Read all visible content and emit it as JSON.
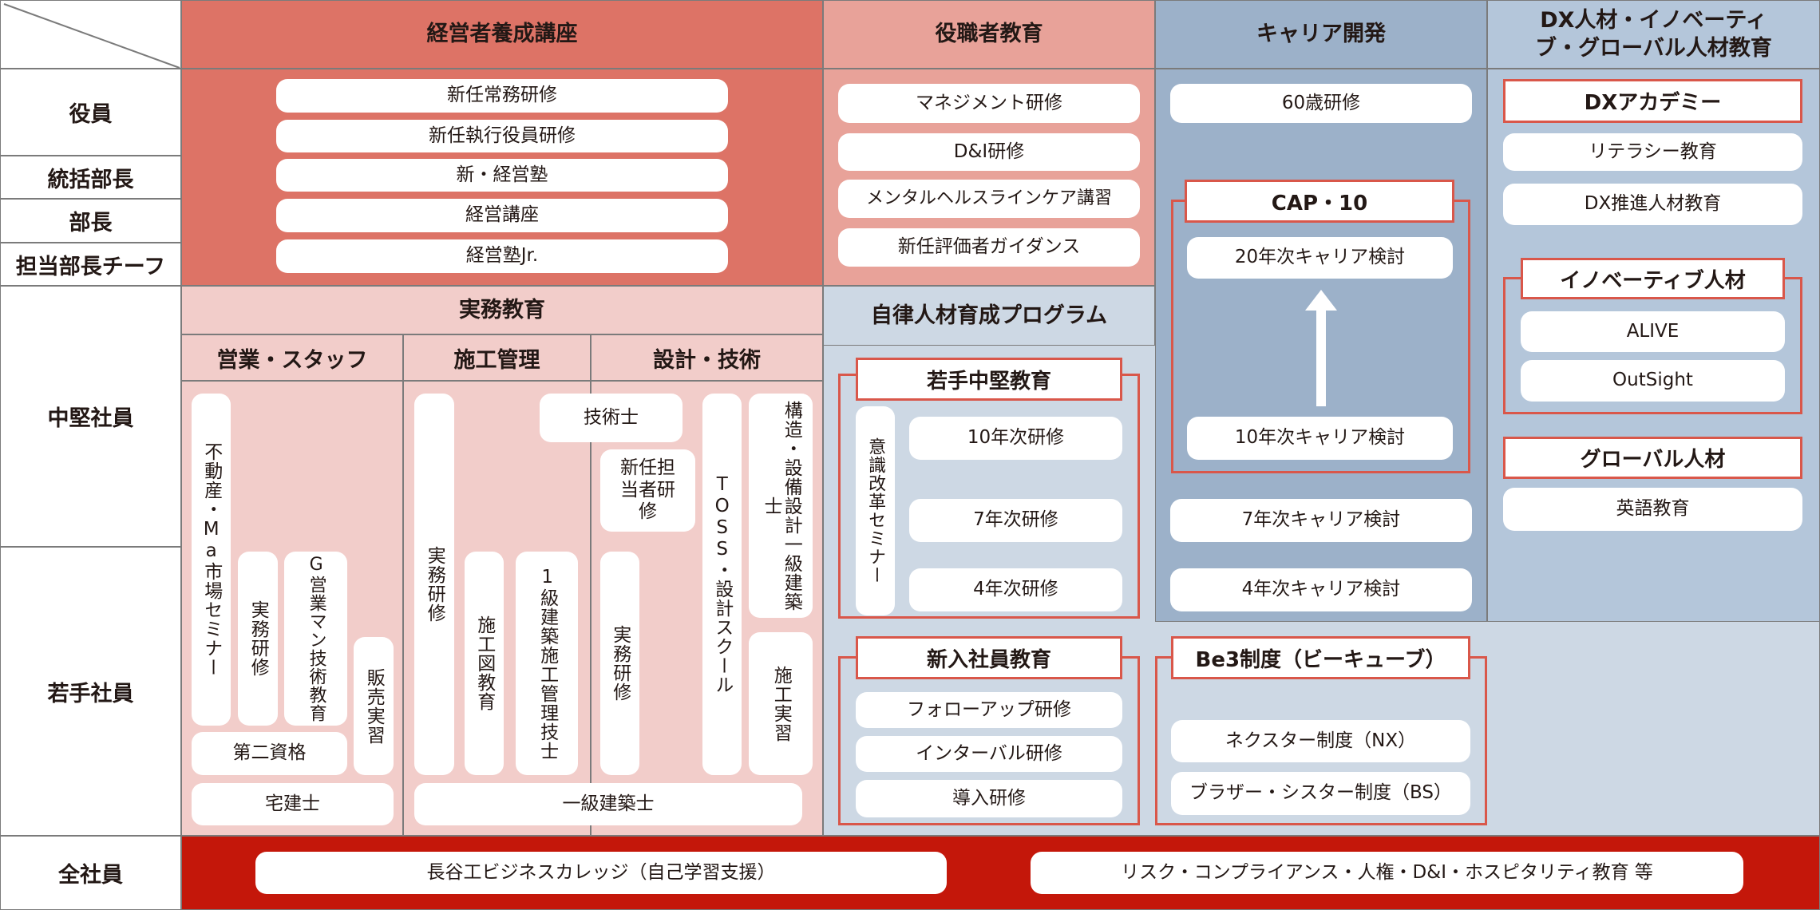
{
  "rows": {
    "yakuin": "役員",
    "tokatsu": "統括部長",
    "bucho": "部長",
    "tanto": "担当部長チーフ",
    "chuken": "中堅社員",
    "wakate": "若手社員",
    "zensha": "全社員"
  },
  "keiei": {
    "title": "経営者養成講座",
    "items": [
      "新任常務研修",
      "新任執行役員研修",
      "新・経営塾",
      "経営講座",
      "経営塾Jr."
    ]
  },
  "yakushoku": {
    "title": "役職者教育",
    "items": [
      "マネジメント研修",
      "D&I研修",
      "メンタルヘルスラインケア講習",
      "新任評価者ガイダンス"
    ]
  },
  "career": {
    "title": "キャリア開発",
    "sixty": "60歳研修",
    "cap_title": "CAP・10",
    "cap20": "20年次キャリア検討",
    "cap10": "10年次キャリア検討",
    "y7": "7年次キャリア検討",
    "y4": "4年次キャリア検討"
  },
  "dx": {
    "title": "DX人材・イノベーティブ・グローバル人材教育",
    "academy": "DXアカデミー",
    "literacy": "リテラシー教育",
    "promo": "DX推進人材教育",
    "innov": "イノベーティブ人材",
    "alive": "ALIVE",
    "outsight": "OutSight",
    "global": "グローバル人材",
    "english": "英語教育"
  },
  "jitsumu": {
    "title": "実務教育",
    "sub": [
      "営業・スタッフ",
      "施工管理",
      "設計・技術"
    ],
    "sales": {
      "fudosan": "不動産・Ma市場セミナー",
      "jitsumu": "実務研修",
      "g": "G営業マン技術教育",
      "hanbai": "販売実習",
      "daini": "第二資格",
      "takken": "宅建士"
    },
    "sekou": {
      "jitsumu": "実務研修",
      "zu": "施工図教育",
      "kyu1": "1級建築施工管理技士",
      "ikkyu": "一級建築士"
    },
    "sekkei": {
      "gijutsushi": "技術士",
      "shinnin": "新任担当者研修",
      "jitsumu": "実務研修",
      "toss": "TOSS・設計スクール",
      "kozo": "構造・設備設計一級建築士",
      "jisshu": "施工実習"
    }
  },
  "jiritsu": {
    "title": "自律人材育成プログラム",
    "wakate_title": "若手中堅教育",
    "ishiki": "意識改革セミナー",
    "y10": "10年次研修",
    "y7": "7年次研修",
    "y4": "4年次研修",
    "shinnyu_title": "新入社員教育",
    "follow": "フォローアップ研修",
    "interval": "インターバル研修",
    "donyu": "導入研修"
  },
  "be3": {
    "title": "Be3制度（ビーキューブ）",
    "nx": "ネクスター制度（NX）",
    "bs": "ブラザー・シスター制度（BS）"
  },
  "all": {
    "college": "長谷工ビジネスカレッジ（自己学習支援）",
    "compliance": "リスク・コンプライアンス・人権・D&I・ホスピタリティ教育 等"
  }
}
